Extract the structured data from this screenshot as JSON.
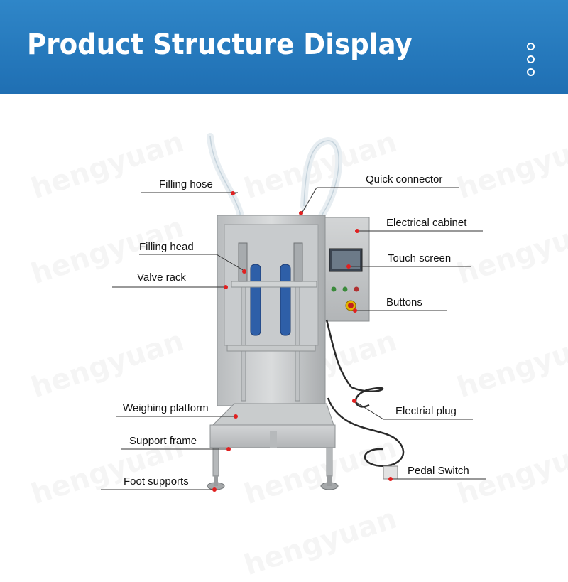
{
  "banner": {
    "title": "Product Structure Display",
    "background": "#2278bd"
  },
  "watermark": "hengyuan",
  "accent_color": "#e02020",
  "labels": {
    "filling_hose": "Filling hose",
    "quick_connector": "Quick connector",
    "electrical_cabinet": "Electrical cabinet",
    "filling_head": "Filling head",
    "touch_screen": "Touch screen",
    "valve_rack": "Valve rack",
    "buttons": "Buttons",
    "electrial_plug": "Electrial plug",
    "weighing_platform": "Weighing platform",
    "support_frame": "Support frame",
    "pedal_switch": "Pedal Switch",
    "foot_supports": "Foot supports"
  }
}
